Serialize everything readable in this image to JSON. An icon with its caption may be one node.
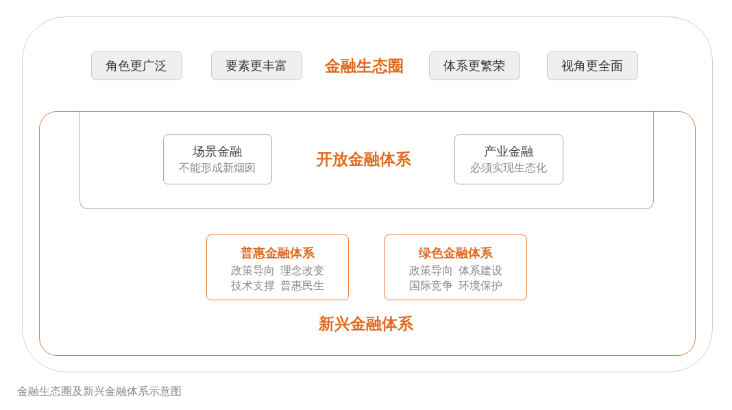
{
  "diagram": {
    "caption": "金融生态圈及新兴金融体系示意图",
    "nodes": [
      {
        "text": [
          "金融生态圈"
        ]
      },
      {
        "text": [
          "角色更广泛"
        ],
        "in": 0
      },
      {
        "text": [
          "要素更丰富"
        ],
        "in": 0
      },
      {
        "text": [
          "体系更繁荣"
        ],
        "in": 0
      },
      {
        "text": [
          "视角更全面"
        ],
        "in": 0
      },
      {
        "text": [
          "新兴金融体系"
        ],
        "in": 0
      },
      {
        "text": [
          "开放金融体系"
        ],
        "in": 5
      },
      {
        "text": [
          "场景金融",
          "不能形成新烟囱"
        ],
        "in": 6
      },
      {
        "text": [
          "产业金融",
          "必须实现生态化"
        ],
        "in": 6
      },
      {
        "text": [
          "普惠金融体系",
          "政策导向",
          "理念改变",
          "技术支撑",
          "普惠民生"
        ],
        "in": 5
      },
      {
        "text": [
          "绿色金融体系",
          "政策导向",
          "体系建设",
          "国际竞争",
          "环境保护"
        ],
        "in": 5
      }
    ]
  }
}
